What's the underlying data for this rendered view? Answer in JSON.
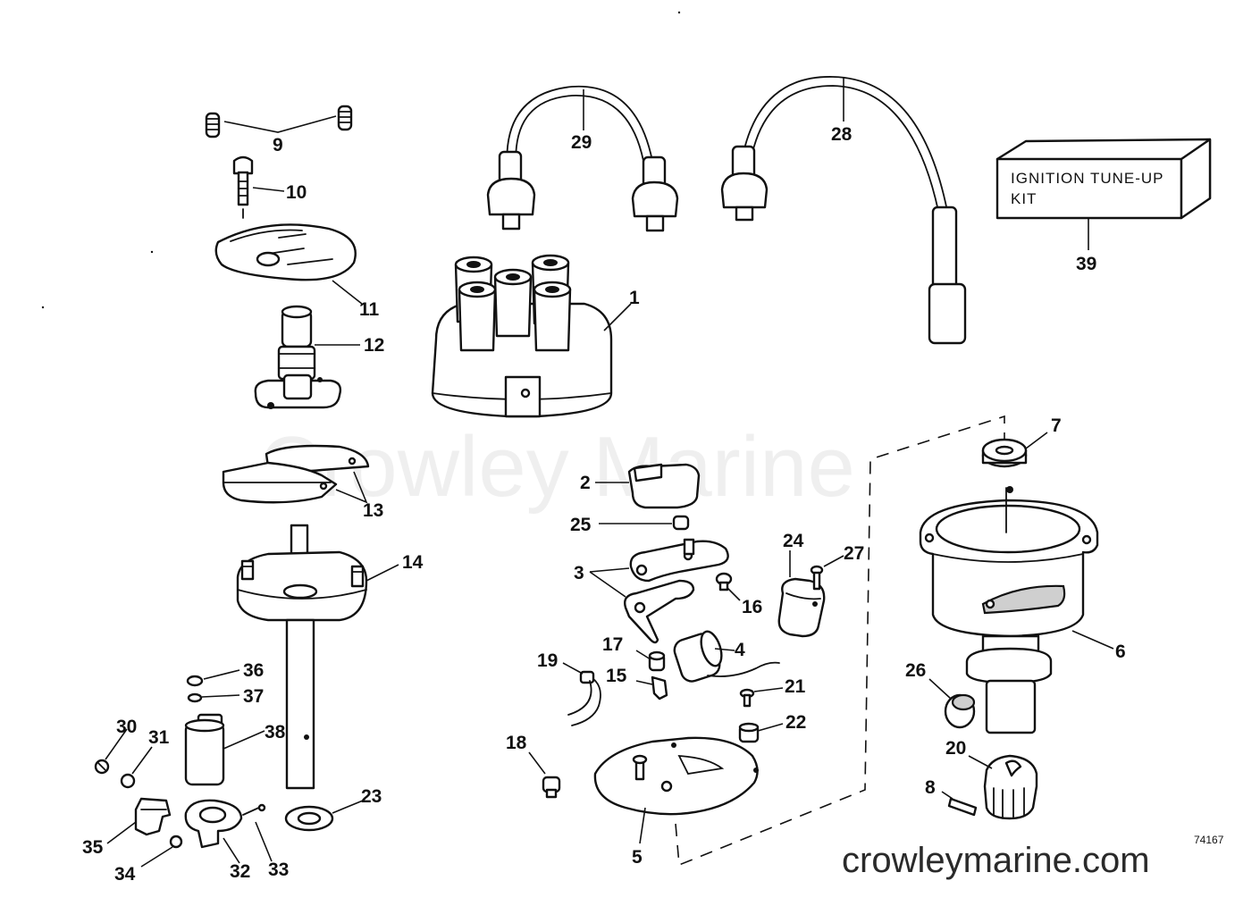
{
  "kit": {
    "line1": "IGNITION TUNE-UP",
    "line2": "KIT"
  },
  "watermark": {
    "center": "Crowley Marine",
    "url": "crowleymarine.com"
  },
  "drawing_code": "74167",
  "callouts": {
    "c1": "1",
    "c2": "2",
    "c3": "3",
    "c4": "4",
    "c5": "5",
    "c6": "6",
    "c7": "7",
    "c8": "8",
    "c9": "9",
    "c10": "10",
    "c11": "11",
    "c12": "12",
    "c13": "13",
    "c14": "14",
    "c15": "15",
    "c16": "16",
    "c17": "17",
    "c18": "18",
    "c19": "19",
    "c20": "20",
    "c21": "21",
    "c22": "22",
    "c23": "23",
    "c24": "24",
    "c25": "25",
    "c26": "26",
    "c27": "27",
    "c28": "28",
    "c29": "29",
    "c30": "30",
    "c31": "31",
    "c32": "32",
    "c33": "33",
    "c34": "34",
    "c35": "35",
    "c36": "36",
    "c37": "37",
    "c38": "38",
    "c39": "39"
  }
}
